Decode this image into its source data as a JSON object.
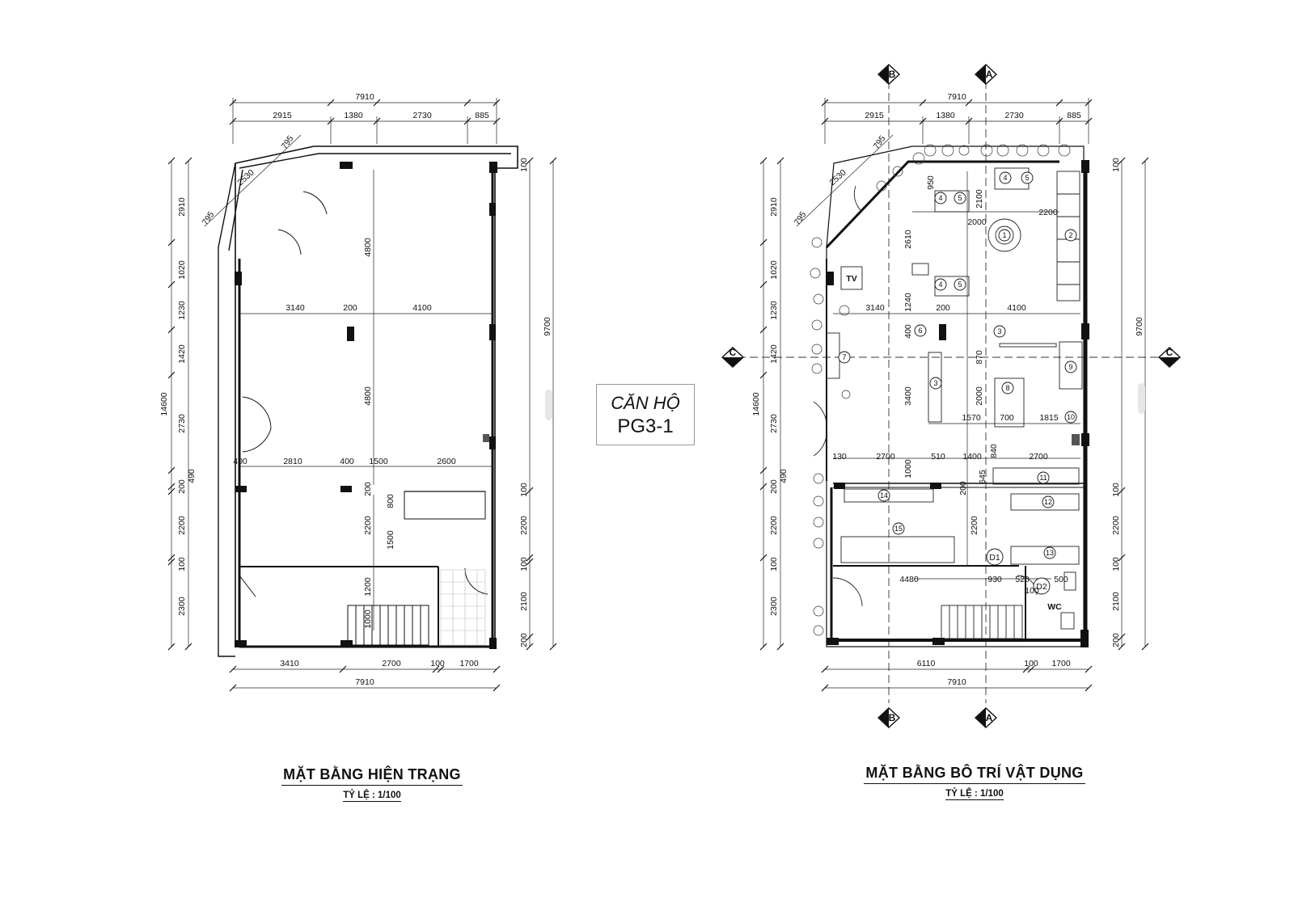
{
  "plan_left": {
    "title": "MẶT BẰNG HIỆN TRẠNG",
    "scale": "TỶ LỆ : 1/100",
    "dims_top_total": "7910",
    "dims_top": [
      "2915",
      "1380",
      "2730",
      "885"
    ],
    "dims_diag": [
      "795",
      "2530",
      "795"
    ],
    "dims_left_total": "14600",
    "dims_left": [
      "2910",
      "1020",
      "1230",
      "1420",
      "2730",
      "200",
      "490",
      "2200",
      "100",
      "2300"
    ],
    "dims_right_total": "9700",
    "dims_right": [
      "100",
      "100",
      "2200",
      "100",
      "2100",
      "200"
    ],
    "dims_interior": [
      "4800",
      "3140",
      "200",
      "4100",
      "4800",
      "400",
      "2810",
      "400",
      "1500",
      "2600",
      "200",
      "800",
      "2200",
      "1500",
      "1200",
      "1000"
    ],
    "dims_bottom": [
      "3410",
      "2700",
      "100",
      "1700"
    ],
    "dims_bottom_total": "7910"
  },
  "plan_right": {
    "title": "MẶT BẰNG BÔ TRÍ VẬT DỤNG",
    "scale": "TỶ LỆ : 1/100",
    "dims_top_total": "7910",
    "dims_top": [
      "2915",
      "1380",
      "2730",
      "885"
    ],
    "dims_diag": [
      "795",
      "2530",
      "795"
    ],
    "dims_left_total": "14600",
    "dims_left": [
      "2910",
      "1020",
      "1230",
      "1420",
      "2730",
      "200",
      "490",
      "2200",
      "100",
      "2300"
    ],
    "dims_right_total": "9700",
    "dims_right": [
      "100",
      "100",
      "2200",
      "100",
      "2100",
      "200"
    ],
    "dims_interior": [
      "950",
      "2100",
      "2000",
      "2200",
      "2610",
      "1240",
      "3140",
      "200",
      "4100",
      "400",
      "870",
      "3400",
      "2000",
      "1570",
      "700",
      "1815",
      "130",
      "2700",
      "510",
      "1400",
      "840",
      "2700",
      "1000",
      "645",
      "200",
      "2200",
      "4480",
      "930",
      "520",
      "500",
      "100"
    ],
    "dims_bottom": [
      "6110",
      "100",
      "1700"
    ],
    "dims_bottom_total": "7910",
    "grid_axes": [
      "B",
      "A",
      "C",
      "C",
      "B",
      "A"
    ],
    "room_tags": [
      "1",
      "2",
      "3",
      "3",
      "4",
      "5",
      "4",
      "5",
      "4",
      "5",
      "6",
      "7",
      "8",
      "9",
      "10",
      "11",
      "12",
      "13",
      "14",
      "15"
    ],
    "labels": {
      "tv": "TV",
      "wc": "WC",
      "d1": "D1",
      "d2": "D2"
    }
  },
  "unit_label": {
    "line1": "CĂN HỘ",
    "line2": "PG3-1"
  }
}
